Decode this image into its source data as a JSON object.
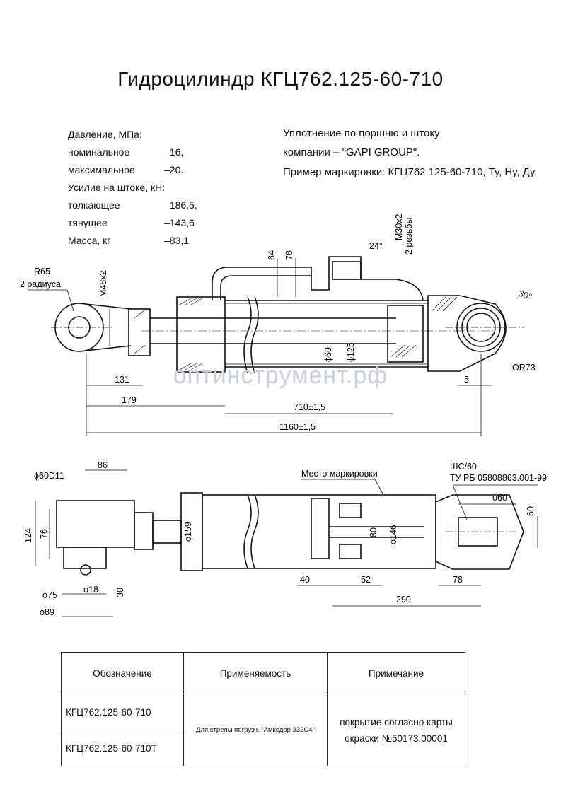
{
  "title": "Гидроцилиндр КГЦ762.125-60-710",
  "specs": {
    "pressure_header": "Давление, МПа:",
    "nominal_label": "номинальное",
    "nominal_value": "–16,",
    "max_label": "максимальное",
    "max_value": "–20.",
    "force_header": "Усилие на штоке, кН:",
    "push_label": "толкающее",
    "push_value": "–186,5,",
    "pull_label": "тянущее",
    "pull_value": "–143,6",
    "mass_label": "Масса, кг",
    "mass_value": "–83,1"
  },
  "notes": {
    "line1": "Уплотнение по поршню и штоку",
    "line2": "компании – \"GAPI GROUP\".",
    "line3": "Пример маркировки: КГЦ762.125-60-710, Ту, Ну, Ду."
  },
  "watermark": "оптинструмент.рф",
  "dims_top": {
    "r65": "R65",
    "r65_sub": "2 радиуса",
    "m48": "M48x2",
    "d64": "64",
    "d78": "78",
    "angle24": "24°",
    "m30": "M30x2",
    "m30_sub": "2 резьбы",
    "angle30": "30°",
    "or73": "OR73",
    "d131": "131",
    "d179": "179",
    "d5": "5",
    "d710": "710±1,5",
    "d1160": "1160±1,5",
    "phi60": "ϕ60",
    "phi125": "ϕ125"
  },
  "dims_bottom": {
    "d86": "86",
    "phi60d11": "ϕ60D11",
    "d124": "124",
    "d76": "76",
    "phi75": "ϕ75",
    "phi18": "ϕ18",
    "d30": "30",
    "phi89": "ϕ89",
    "phi159": "ϕ159",
    "marking_place": "Место маркировки",
    "d80": "80",
    "phi146": "ϕ146",
    "d40": "40",
    "d52": "52",
    "d290": "290",
    "d78b": "78",
    "shs": "ШС/60",
    "tu": "ТУ РБ 05808863.001-99",
    "phi60b": "ϕ60",
    "d60": "60"
  },
  "table": {
    "col1": "Обозначение",
    "col2": "Применяемость",
    "col3": "Примечание",
    "row1_code": "КГЦ762.125-60-710",
    "row2_code": "КГЦ762.125-60-710Т",
    "application": "Для стрелы погрузч. \"Амкодор 332С4\"",
    "note_line1": "покрытие согласно карты",
    "note_line2": "окраски №50173.00001"
  }
}
